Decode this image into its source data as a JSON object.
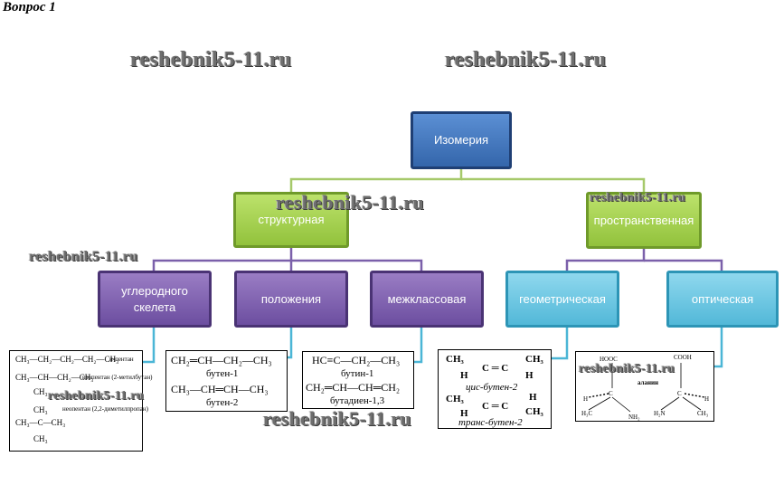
{
  "heading": "Вопрос 1",
  "watermark": "reshebnik5-11.ru",
  "nodes": {
    "root": "Изомерия",
    "structural": "структурная",
    "spatial": "пространственная",
    "skeleton": "углеродного скелета",
    "position": "положения",
    "interclass": "межклассовая",
    "geometric": "геометрическая",
    "optical": "оптическая"
  },
  "examples": {
    "skeleton": {
      "line1": "CH₃—CH₂—CH₂—CH₂—CH₃",
      "line1_note": "н-пентан",
      "line2": "CH₃—CH—CH₂—CH₃",
      "line2_note": "изопентан (2-метилбутан)",
      "sub1": "CH₃",
      "line3": "CH₃",
      "line4": "CH₃—C—CH₃",
      "line4_note": "неопентан (2,2-диметилпропан)",
      "line5": "CH₃"
    },
    "position": {
      "f1": "CH₂═CH—CH₂—CH₃",
      "n1": "бутен-1",
      "f2": "CH₃—CH═CH—CH₃",
      "n2": "бутен-2"
    },
    "interclass": {
      "f1": "HC≡C—CH₂—CH₃",
      "n1": "бутин-1",
      "f2": "CH₂═CH—CH═CH₂",
      "n2": "бутадиен-1,3"
    },
    "geometric": {
      "top_l": "CH₃",
      "top_r": "CH₃",
      "mid": "C ═ C",
      "h_l": "H",
      "h_r": "H",
      "cis": "цис-бутен-2",
      "t_top_l": "CH₃",
      "t_top_r": "H",
      "t_mid": "C ═ C",
      "t_h_l": "H",
      "t_h_r": "CH₃",
      "trans": "транс-бутен-2"
    },
    "optical": {
      "hooc": "HOOC",
      "cooh": "COOH",
      "name": "аланин",
      "c_l": "C",
      "c_r": "C",
      "h_l": "H",
      "h_r": "H",
      "ch3_l": "H₃C",
      "nh2_l": "NH₂",
      "h2n_r": "H₂N",
      "ch3_r": "CH₃"
    }
  },
  "colors": {
    "blue": "#3466ab",
    "green": "#92c23c",
    "purple": "#6c4ea0",
    "cyan": "#52b8d8"
  }
}
